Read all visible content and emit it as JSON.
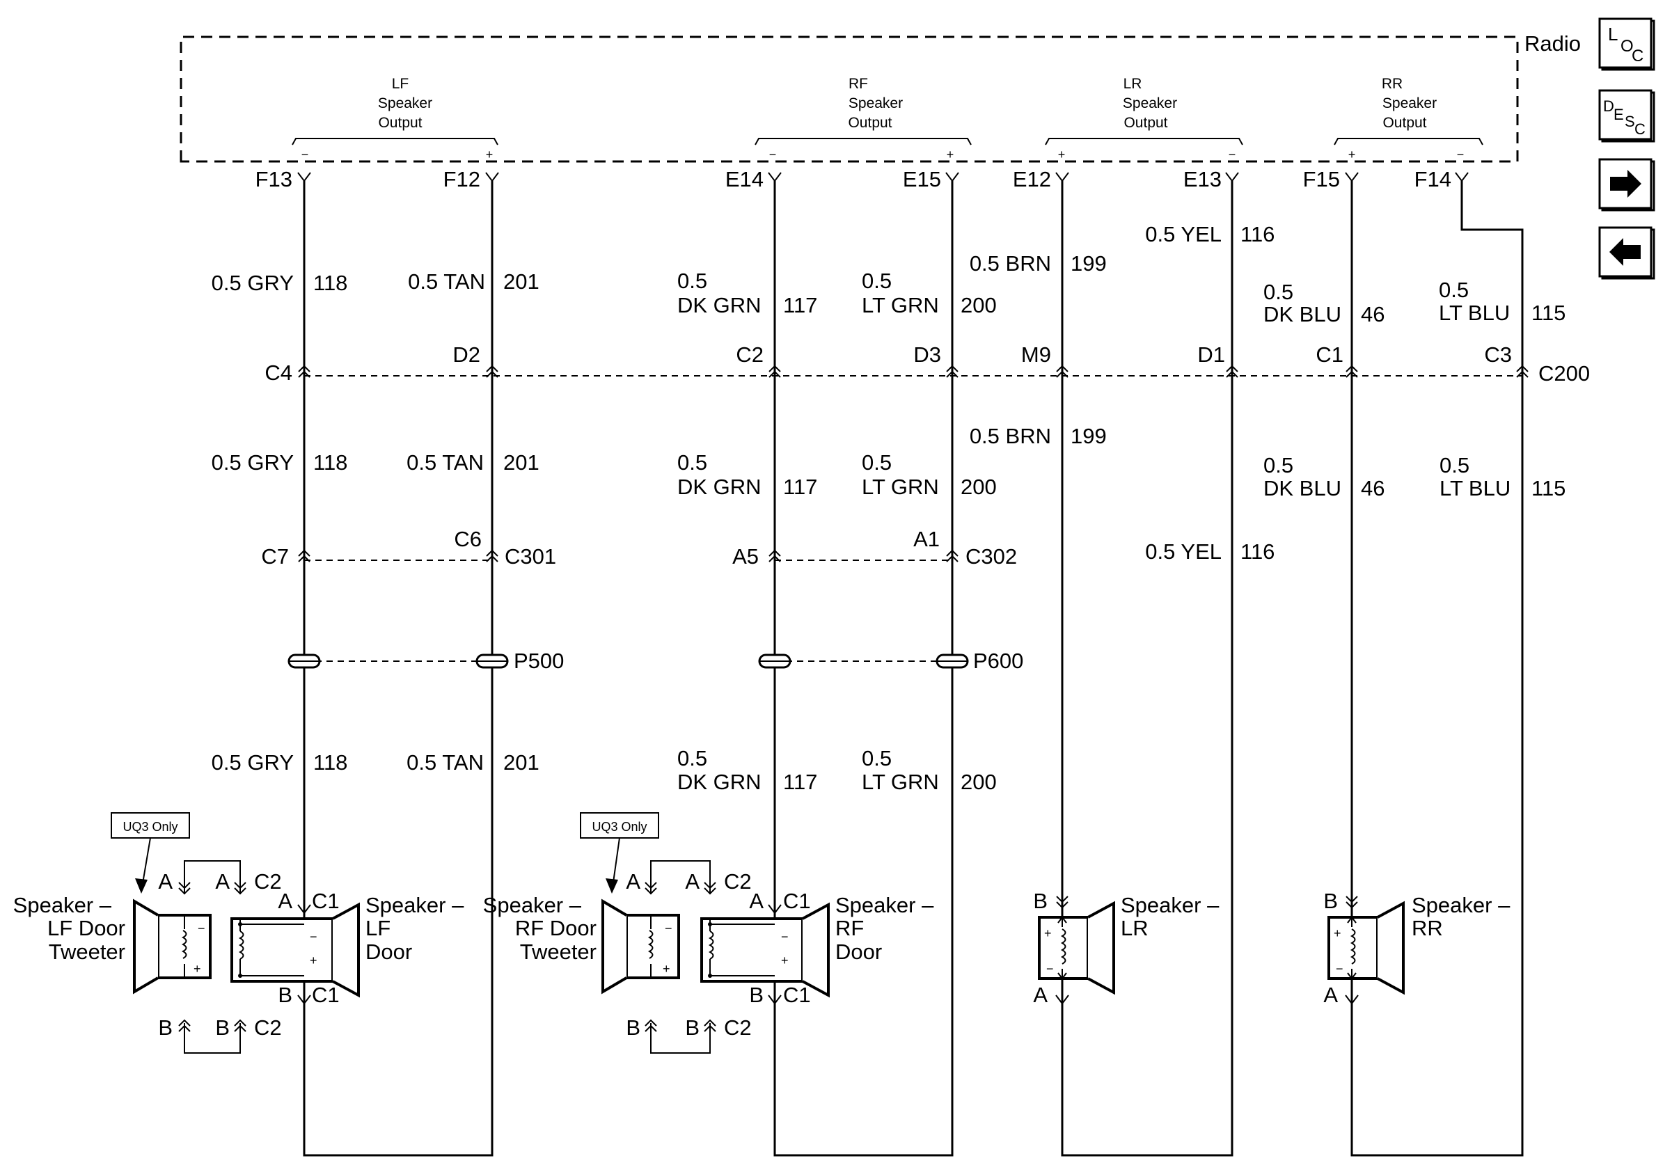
{
  "radio": {
    "title": "Radio",
    "outputs": [
      {
        "name": [
          "LF",
          "Speaker",
          "Output"
        ],
        "minus": "−",
        "plus": "+"
      },
      {
        "name": [
          "RF",
          "Speaker",
          "Output"
        ],
        "minus": "−",
        "plus": "+"
      },
      {
        "name": [
          "LR",
          "Speaker",
          "Output"
        ],
        "plus": "+",
        "minus": "−"
      },
      {
        "name": [
          "RR",
          "Speaker",
          "Output"
        ],
        "plus": "+",
        "minus": "−"
      }
    ],
    "pins": [
      "F13",
      "F12",
      "E14",
      "E15",
      "E12",
      "E13",
      "F15",
      "F14"
    ]
  },
  "wires_upper": [
    {
      "size": "0.5",
      "color": "GRY",
      "circuit": "118"
    },
    {
      "size": "0.5",
      "color": "TAN",
      "circuit": "201"
    },
    {
      "size": "0.5",
      "color": "DK GRN",
      "circuit": "117"
    },
    {
      "size": "0.5",
      "color": "LT GRN",
      "circuit": "200"
    },
    {
      "size": "0.5",
      "color": "BRN",
      "circuit": "199"
    },
    {
      "size": "0.5",
      "color": "YEL",
      "circuit": "116"
    },
    {
      "size": "0.5",
      "color": "DK BLU",
      "circuit": "46"
    },
    {
      "size": "0.5",
      "color": "LT BLU",
      "circuit": "115"
    }
  ],
  "c200": {
    "name": "C200",
    "pins": [
      "C4",
      "D2",
      "C2",
      "D3",
      "M9",
      "D1",
      "C1",
      "C3"
    ]
  },
  "wires_middle": [
    {
      "size": "0.5",
      "color": "GRY",
      "circuit": "118"
    },
    {
      "size": "0.5",
      "color": "TAN",
      "circuit": "201"
    },
    {
      "size": "0.5",
      "color": "DK GRN",
      "circuit": "117"
    },
    {
      "size": "0.5",
      "color": "LT GRN",
      "circuit": "200"
    },
    {
      "size": "0.5",
      "color": "BRN",
      "circuit": "199"
    },
    {
      "size": "0.5",
      "color": "YEL",
      "circuit": "116"
    },
    {
      "size": "0.5",
      "color": "DK BLU",
      "circuit": "46"
    },
    {
      "size": "0.5",
      "color": "LT BLU",
      "circuit": "115"
    }
  ],
  "c301": {
    "name": "C301",
    "pins": [
      "C7",
      "C6"
    ]
  },
  "c302": {
    "name": "C302",
    "pins": [
      "A5",
      "A1"
    ]
  },
  "p500": "P500",
  "p600": "P600",
  "wires_lower": [
    {
      "size": "0.5",
      "color": "GRY",
      "circuit": "118"
    },
    {
      "size": "0.5",
      "color": "TAN",
      "circuit": "201"
    },
    {
      "size": "0.5",
      "color": "DK GRN",
      "circuit": "117"
    },
    {
      "size": "0.5",
      "color": "LT GRN",
      "circuit": "200"
    }
  ],
  "speakers": {
    "option_tag": "UQ3 Only",
    "lf_tweeter": [
      "Speaker –",
      "LF Door",
      "Tweeter"
    ],
    "lf_door": [
      "Speaker –",
      "LF",
      "Door"
    ],
    "rf_tweeter": [
      "Speaker –",
      "RF Door",
      "Tweeter"
    ],
    "rf_door": [
      "Speaker –",
      "RF",
      "Door"
    ],
    "lr": [
      "Speaker –",
      "LR"
    ],
    "rr": [
      "Speaker –",
      "RR"
    ],
    "pin_a": "A",
    "pin_b": "B",
    "c1": "C1",
    "c2": "C2",
    "plus": "+",
    "minus": "−"
  },
  "nav": {
    "loc": {
      "top": "L",
      "mid": "O",
      "bot": "C"
    },
    "desc": {
      "a": "D",
      "b": "E",
      "c": "S",
      "d": "C"
    },
    "next_arrow": "➡",
    "prev_arrow": "⬅"
  }
}
